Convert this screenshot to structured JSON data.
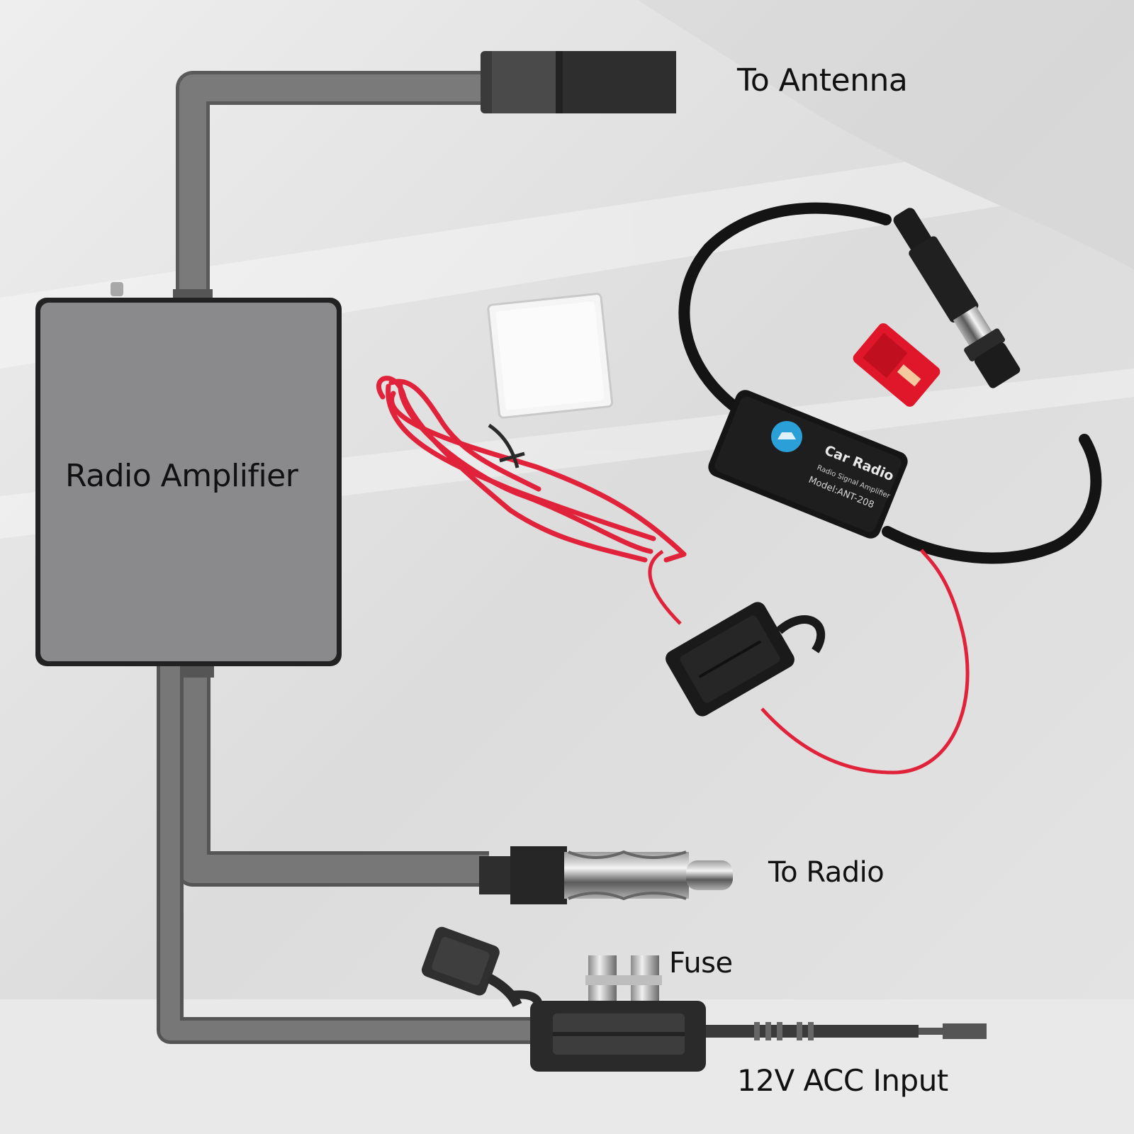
{
  "labels": {
    "antenna": "To Antenna",
    "amplifier": "Radio Amplifier",
    "radio": "To Radio",
    "fuse": "Fuse",
    "input": "12V ACC Input"
  },
  "product": {
    "title": "Car Radio",
    "subtitle": "Radio Signal Amplifier",
    "model": "Model:ANT-208"
  },
  "colors": {
    "cable": "#6e6e6e",
    "housing": "#2c2c2c",
    "amplifier_box": "#8a8a8c",
    "red_wire": "#e0233a",
    "logo": "#2a9fd8"
  }
}
